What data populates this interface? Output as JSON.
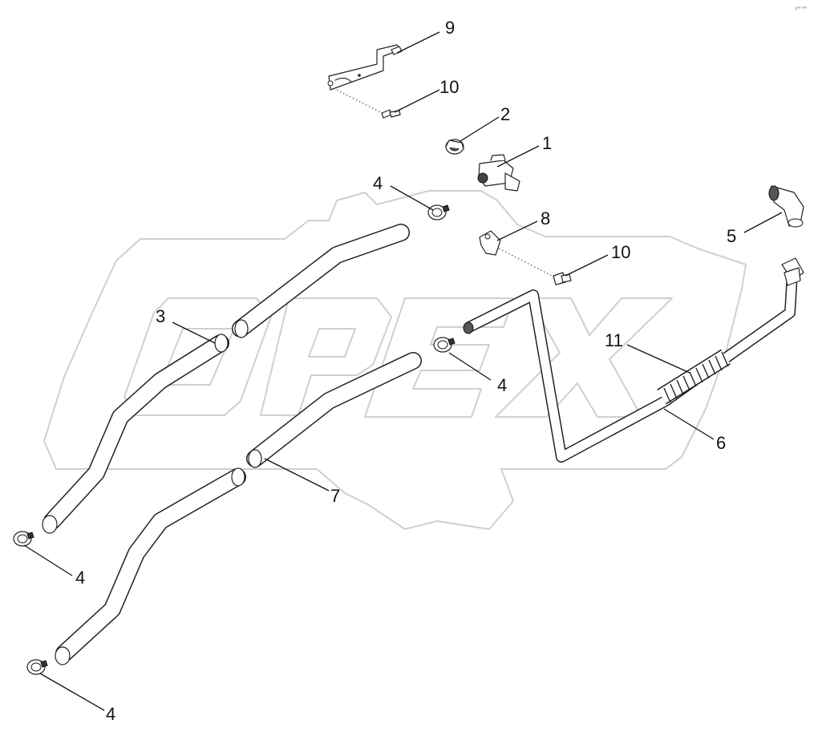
{
  "corner_code": "c⁰⁰ ⁰⁰⁰",
  "watermark": {
    "text": "OPEX"
  },
  "callouts": [
    {
      "id": "c9",
      "label": "9"
    },
    {
      "id": "c10a",
      "label": "10"
    },
    {
      "id": "c2",
      "label": "2"
    },
    {
      "id": "c1",
      "label": "1"
    },
    {
      "id": "c4a",
      "label": "4"
    },
    {
      "id": "c8",
      "label": "8"
    },
    {
      "id": "c5",
      "label": "5"
    },
    {
      "id": "c10b",
      "label": "10"
    },
    {
      "id": "c3",
      "label": "3"
    },
    {
      "id": "c11",
      "label": "11"
    },
    {
      "id": "c4b",
      "label": "4"
    },
    {
      "id": "c6",
      "label": "6"
    },
    {
      "id": "c7",
      "label": "7"
    },
    {
      "id": "c4c",
      "label": "4"
    },
    {
      "id": "c4d",
      "label": "4"
    }
  ],
  "colors": {
    "line": "#111111",
    "watermark": "#cfcfcf",
    "background": "#ffffff"
  }
}
